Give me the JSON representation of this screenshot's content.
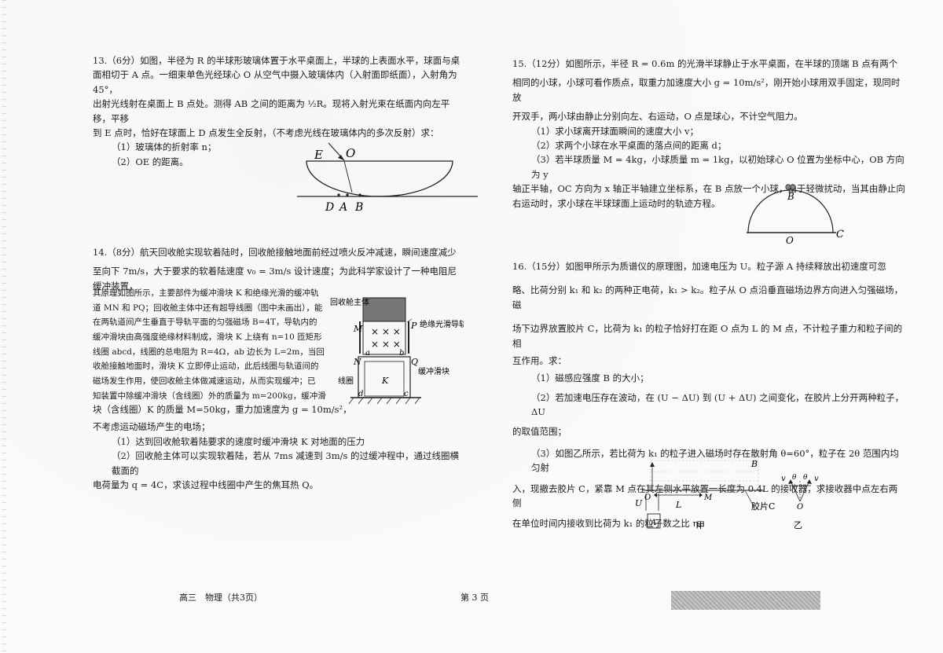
{
  "q13": {
    "lines": [
      "13.（6分）如图，半径为 R 的半球形玻璃体置于水平桌面上，半球的上表面水平，球面与桌",
      "面相切于 A 点。一细束单色光经球心 O 从空气中摄入玻璃体内（入射面即纸面），入射角为45°，",
      "出射光线射在桌面上 B 点处。测得 AB 之间的距离为 ½R。现将入射光束在纸面内向左平移，平移",
      "到 E 点时，恰好在球面上 D 点发生全反射，（不考虑光线在玻璃体内的多次反射）求："
    ],
    "sub": [
      "（1）玻璃体的折射率 n；",
      "（2）OE 的距离。"
    ],
    "fig_labels": {
      "E": "E",
      "O": "O",
      "D": "D",
      "A": "A",
      "B": "B"
    }
  },
  "q14": {
    "lines_top": [
      "14.（8分）航天回收舱实现软着陆时，回收舱接触地面前经过喷火反冲减速，瞬间速度减少",
      "至向下 7m/s，大于要求的软着陆速度 v₀ = 3m/s 设计速度；为此科学家设计了一种电阻尼缓冲装置，"
    ],
    "lines_wrap": [
      "其原理如图所示，主要部件为缓冲滑块 K 和绝缘光滑的缓冲轨",
      "道 MN 和 PQ；回收舱主体中还有超导线圈（图中未画出），能",
      "在两轨道间产生垂直于导轨平面的匀强磁场 B=4T，导轨内的",
      "缓冲滑块由高强度绝缘材料制成，滑块 K 上绕有 n=10 匝矩形",
      "线圈 abcd，线圈的总电阻为 R=4Ω，ab 边长为 L=2m，当回",
      "收舱接触地面时，滑块 K 立即停止运动，此后线圈与轨道间的",
      "磁场发生作用，使回收舱主体做减速运动，从而实现缓冲；已",
      "知装置中除缓冲滑块（含线圈）外的质量为 m=200kg，缓冲滑"
    ],
    "lines_bottom": [
      "块（含线圈）K 的质量 M=50kg，重力加速度为 g = 10m/s²，",
      "不考虑运动磁场产生的电场；"
    ],
    "sub": [
      "（1）达到回收舱软着陆要求的速度时缓冲滑块 K 对地面的压力",
      "（2）回收舱主体可以实现软着陆，若从 7ms 减速到 3m/s 的过缓冲程中，通过线圈横截面的",
      "电荷量为 q = 4C，求该过程中线圈中产生的焦耳热 Q。"
    ],
    "fig_labels": {
      "cabin": "回收舱主体",
      "M": "M",
      "P": "P",
      "rail": "绝缘光滑导轨",
      "a": "a",
      "b": "b",
      "N": "N",
      "Q": "Q",
      "slider": "缓冲滑块",
      "coil": "线圈",
      "K": "K",
      "d": "d",
      "c": "c"
    }
  },
  "q15": {
    "lines": [
      "15.（12分）如图所示，半径 R = 0.6m 的光滑半球静止于水平桌面，在半球的顶端 B 点有两个",
      "相同的小球，小球可看作质点，取重力加速度大小 g = 10m/s²，刚开始小球用双手固定，现同时放",
      "开双手，两小球由静止分别向左、右运动，O 点是球心，不计空气阻力。"
    ],
    "sub": [
      "（1）求小球离开球面瞬间的速度大小 v；",
      "（2）求两个小球在水平桌面的落点间的距离 d；",
      "（3）若半球质量 M = 4kg，小球质量 m = 1kg，以初始球心 O 位置为坐标中心，OB 方向为 y",
      "轴正半轴，OC 方向为 x 轴正半轴建立坐标系，在 B 点放一个小球，由于轻微扰动，当其由静止向",
      "右运动时，求小球在半球球面上运动时的轨迹方程。"
    ],
    "fig_labels": {
      "B": "B",
      "O": "O",
      "C": "C"
    }
  },
  "q16": {
    "lines": [
      "16.（15分）如图甲所示为质谱仪的原理图，加速电压为 U。粒子源 A 持续释放出初速度可忽",
      "略、比荷分别 k₁ 和 k₂ 的两种正电荷，k₁ > k₂。粒子从 O 点沿垂直磁场边界方向进入匀强磁场，磁",
      "场下边界放置胶片 C，比荷为 k₁ 的粒子恰好打在距 O 点为 L 的 M 点，不计粒子重力和粒子间的相",
      "互作用。求："
    ],
    "sub": [
      "（1）磁感应强度 B 的大小；",
      "（2）若加速电压存在波动，在 (U − ΔU) 到 (U + ΔU) 之间变化，在胶片上分开两种粒子，ΔU",
      "的取值范围；",
      "（3）如图乙所示，若比荷为 k₁ 的粒子进入磁场时存在散射角 θ=60°，粒子在 2θ 范围内均匀射",
      "入，现撤去胶片 C，紧靠 M 点在其左侧水平放置一长度为 0.4L 的接收器，求接收器中点左右两侧",
      "在单位时间内接收到比荷为 k₁ 的粒子数之比 η。"
    ],
    "fig_labels": {
      "B": "B",
      "O": "O",
      "M": "M",
      "L": "L",
      "U": "U",
      "A": "A",
      "film": "胶片C",
      "jia": "甲",
      "yi": "乙",
      "v1": "v",
      "v2": "v",
      "theta1": "θ",
      "theta2": "θ",
      "O2": "O"
    }
  },
  "footer": {
    "left": "高三　物理（共3页）",
    "center": "第 3 页"
  }
}
